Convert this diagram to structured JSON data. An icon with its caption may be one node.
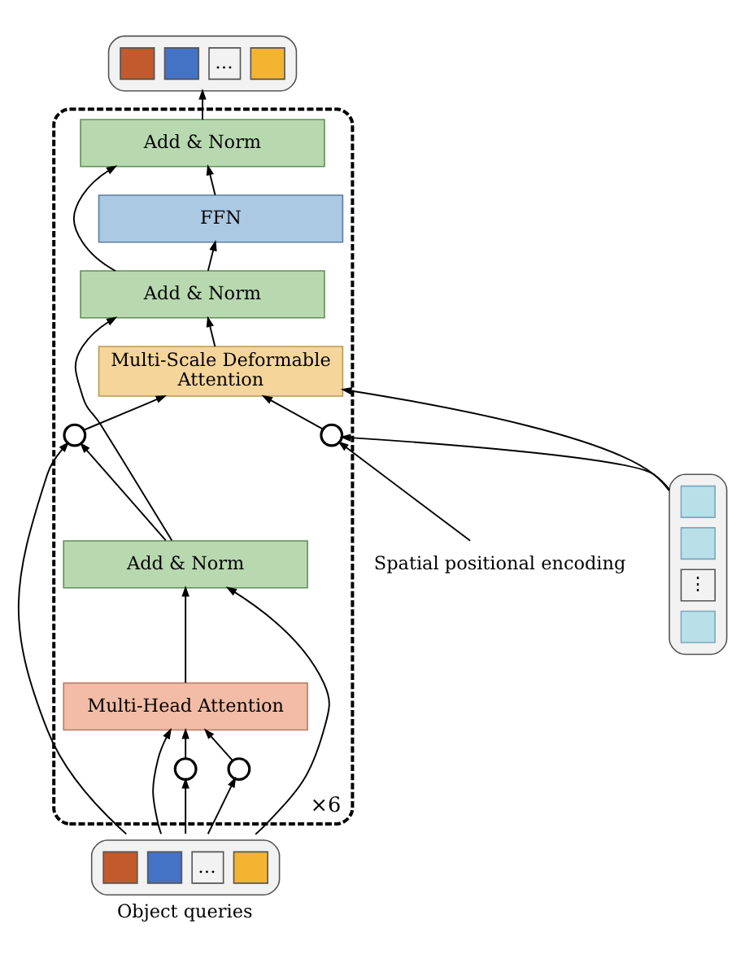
{
  "diagram": {
    "nodes": [
      {
        "text": [
          "×6"
        ]
      },
      {
        "text": [
          "Add & Norm"
        ],
        "in": 0
      },
      {
        "text": [
          "FFN"
        ],
        "in": 0
      },
      {
        "text": [
          "Add & Norm"
        ],
        "in": 0
      },
      {
        "text": [
          "Multi-Scale Deformable Attention"
        ],
        "in": 0
      },
      {
        "text": [],
        "shape": "circle",
        "in": 0
      },
      {
        "text": [],
        "shape": "circle",
        "in": 0
      },
      {
        "text": [
          "Add & Norm"
        ],
        "in": 0
      },
      {
        "text": [
          "Multi-Head Attention"
        ],
        "in": 0
      },
      {
        "text": [],
        "shape": "circle",
        "in": 0
      },
      {
        "text": [],
        "shape": "circle",
        "in": 0
      },
      {
        "text": [
          "…"
        ]
      },
      {
        "text": [
          "⋮"
        ]
      },
      {
        "text": [
          "Spatial positional encoding"
        ]
      },
      {
        "text": [
          "…",
          "Object queries"
        ]
      }
    ],
    "edges": [
      {
        "from": 14,
        "to": 9,
        "arrow": "to"
      },
      {
        "from": 14,
        "to": 10,
        "arrow": "to"
      },
      {
        "from": 14,
        "to": 8,
        "arrow": "to"
      },
      {
        "from": 14,
        "to": 7,
        "arrow": "to"
      },
      {
        "from": 14,
        "to": 6,
        "arrow": "to"
      },
      {
        "from": 9,
        "to": 8,
        "arrow": "to"
      },
      {
        "from": 10,
        "to": 8,
        "arrow": "to"
      },
      {
        "from": 8,
        "to": 7,
        "arrow": "to"
      },
      {
        "from": 7,
        "to": 3,
        "arrow": "to"
      },
      {
        "from": 7,
        "to": 6,
        "arrow": "to"
      },
      {
        "from": 12,
        "to": 5,
        "arrow": "to"
      },
      {
        "from": 12,
        "to": 4,
        "arrow": "to"
      },
      {
        "from": 13,
        "to": 5,
        "arrow": "to"
      },
      {
        "from": 5,
        "to": 4,
        "arrow": "to"
      },
      {
        "from": 6,
        "to": 4,
        "arrow": "to"
      },
      {
        "from": 4,
        "to": 3,
        "arrow": "to"
      },
      {
        "from": 3,
        "to": 2,
        "arrow": "to"
      },
      {
        "from": 3,
        "to": 1,
        "arrow": "to"
      },
      {
        "from": 2,
        "to": 1,
        "arrow": "to"
      },
      {
        "from": 1,
        "to": 11,
        "arrow": "to"
      }
    ]
  }
}
